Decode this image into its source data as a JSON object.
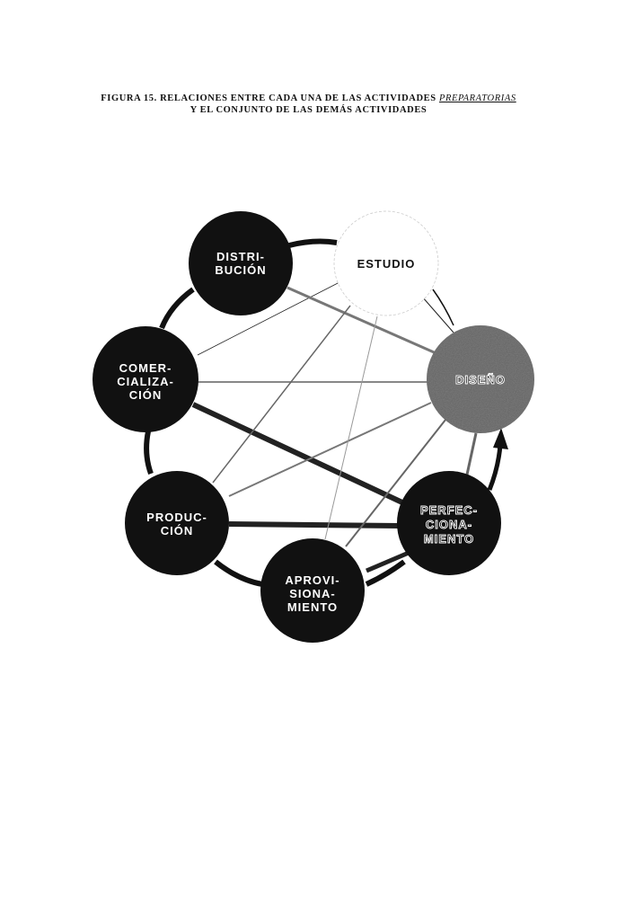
{
  "figure": {
    "title_line1_prefix": "FIGURA 15.  RELACIONES ENTRE CADA UNA DE LAS ACTIVIDADES",
    "title_line1_emph": "PREPARATORIAS",
    "title_line2": "Y EL CONJUNTO DE LAS DEMÁS ACTIVIDADES"
  },
  "nodes": {
    "estudio": [
      "ESTUDIO"
    ],
    "distribucion": [
      "DISTRI-",
      "BUCIÓN"
    ],
    "comercializacion": [
      "COMER-",
      "CIALIZA-",
      "CIÓN"
    ],
    "diseno": [
      "DISEÑO"
    ],
    "produccion": [
      "PRODUC-",
      "CIÓN"
    ],
    "perfeccionamiento": [
      "PERFEC-",
      "CIONA-",
      "MIENTO"
    ],
    "aprovisionamiento": [
      "APROVI-",
      "SIONA-",
      "MIENTO"
    ]
  },
  "colors": {
    "ink": "#111111",
    "paper": "#ffffff",
    "diseno_fill": "#555555"
  }
}
